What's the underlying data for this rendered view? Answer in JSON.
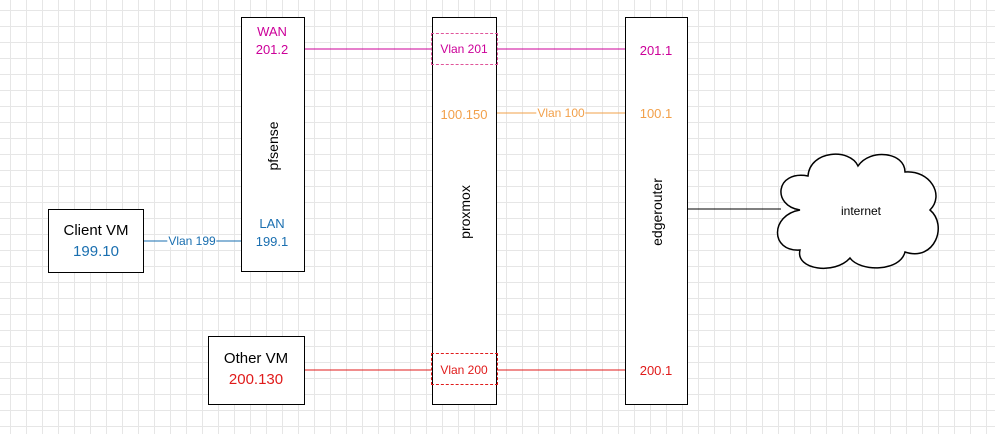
{
  "colors": {
    "wan": "#cc0099",
    "mgmt": "#f2a04a",
    "lan": "#1a6fb0",
    "other": "#e01b1b"
  },
  "pfsense": {
    "name": "pfsense",
    "wan_label": "WAN",
    "wan_ip": "201.2",
    "lan_label": "LAN",
    "lan_ip": "199.1"
  },
  "proxmox": {
    "name": "proxmox",
    "mgmt_ip": "100.150"
  },
  "edgerouter": {
    "name": "edgerouter",
    "ip_wan": "201.1",
    "ip_mgmt": "100.1",
    "ip_other": "200.1"
  },
  "client_vm": {
    "name": "Client VM",
    "ip": "199.10"
  },
  "other_vm": {
    "name": "Other VM",
    "ip": "200.130"
  },
  "vlans": {
    "v201": "Vlan 201",
    "v100": "Vlan 100",
    "v199": "Vlan 199",
    "v200": "Vlan 200"
  },
  "internet": {
    "label": "internet"
  }
}
